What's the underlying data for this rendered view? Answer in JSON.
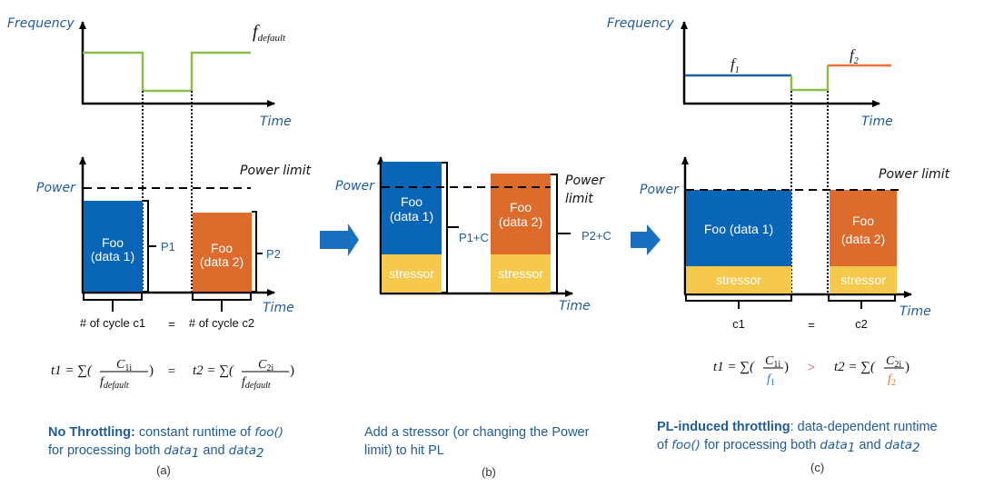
{
  "colors": {
    "blue_bar": "#0966b6",
    "orange_bar": "#dd6b2b",
    "stressor": "#f6c94c",
    "green_freq": "#8cbf4a",
    "blue_freq": "#1f5c99",
    "orange_freq": "#e8743b",
    "label_blue": "#1f5c99",
    "arrow_blue": "#1a6fc0",
    "greater_red": "#e0403a"
  },
  "panel_a": {
    "freq_axis_label": "Frequency",
    "freq_curve_label": "f",
    "freq_curve_sub": "default",
    "time_label_top": "Time",
    "power_axis_label": "Power",
    "power_limit_label": "Power limit",
    "bar1_line1": "Foo",
    "bar1_line2": "(data 1)",
    "bar2_line1": "Foo",
    "bar2_line2": "(data 2)",
    "p1_label": "P1",
    "p2_label": "P2",
    "time_label_bottom": "Time",
    "cycle1_label": "# of cycle c1",
    "equals": "=",
    "cycle2_label": "# of cycle c2",
    "eq_left_lhs": "t1 = ∑(",
    "eq_left_num": "C",
    "eq_left_num_sub": "1i",
    "eq_left_den": "f",
    "eq_left_den_sub": "default",
    "eq_mid": "=",
    "eq_right_lhs": "t2 = ∑(",
    "eq_right_num": "C",
    "eq_right_num_sub": "2i",
    "eq_right_den": "f",
    "eq_right_den_sub": "default",
    "eq_close": ")",
    "caption_bold": "No Throttling:",
    "caption_text1": " constant runtime of ",
    "caption_italic": "foo()",
    "caption_text2": "for processing both ",
    "caption_d1": "data",
    "caption_d1_sub": "1",
    "caption_and": " and ",
    "caption_d2": "data",
    "caption_d2_sub": "2",
    "tag": "(a)"
  },
  "panel_b": {
    "power_axis_label": "Power",
    "power_limit_line1": "Power",
    "power_limit_line2": "limit",
    "bar1_line1": "Foo",
    "bar1_line2": "(data 1)",
    "bar2_line1": "Foo",
    "bar2_line2": "(data 2)",
    "stressor1": "stressor",
    "stressor2": "stressor",
    "p1_label": "P1+C",
    "p2_label": "P2+C",
    "time_label": "Time",
    "caption_line1": "Add a stressor (or changing the Power",
    "caption_line2": "limit) to hit PL",
    "tag": "(b)"
  },
  "panel_c": {
    "freq_axis_label": "Frequency",
    "f1_label": "f",
    "f1_sub": "1",
    "f2_label": "f",
    "f2_sub": "2",
    "time_label_top": "Time",
    "power_axis_label": "Power",
    "power_limit_label": "Power limit",
    "bar1_label": "Foo (data 1)",
    "bar2_line1": "Foo",
    "bar2_line2": "(data 2)",
    "stressor1": "stressor",
    "stressor2": "stressor",
    "time_label_bottom": "Time",
    "cycle1_label": "c1",
    "equals": "=",
    "cycle2_label": "c2",
    "eq_left_lhs": "t1 = ∑(",
    "eq_left_num": "C",
    "eq_left_num_sub": "1i",
    "eq_left_den": "f",
    "eq_left_den_sub": "1",
    "eq_mid": ">",
    "eq_right_lhs": "t2 = ∑(",
    "eq_right_num": "C",
    "eq_right_num_sub": "2i",
    "eq_right_den": "f",
    "eq_right_den_sub": "2",
    "eq_close": ")",
    "caption_bold": "PL-induced throttling",
    "caption_text1": ": data-dependent  runtime",
    "caption_of": "of ",
    "caption_italic": "foo()",
    "caption_text2": " for processing both ",
    "caption_d1": "data",
    "caption_d1_sub": "1",
    "caption_and": " and ",
    "caption_d2": "data",
    "caption_d2_sub": "2",
    "tag": "(c)"
  },
  "arrows": [
    {
      "name": "arrow-a-to-b",
      "direction": "right"
    },
    {
      "name": "arrow-b-to-c",
      "direction": "right"
    }
  ]
}
